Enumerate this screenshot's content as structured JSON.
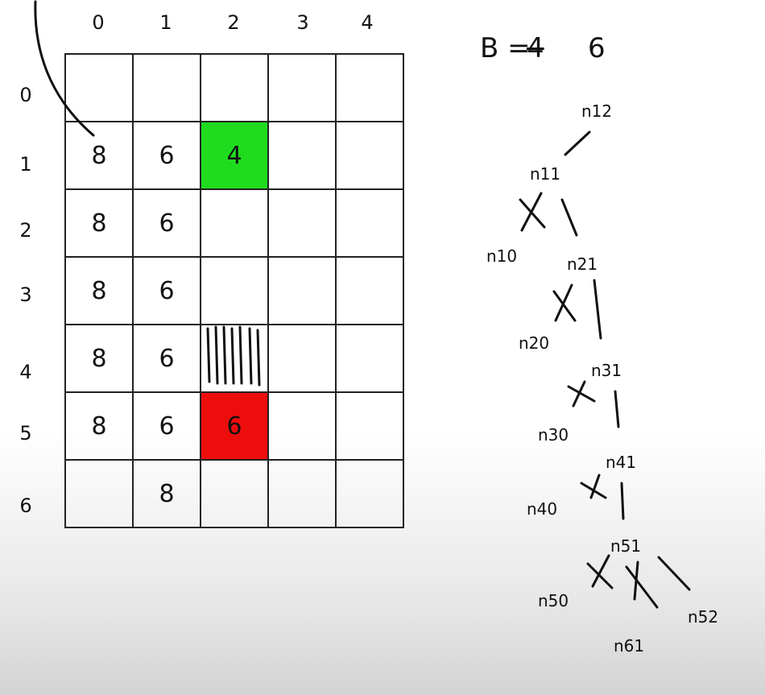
{
  "grid": {
    "col_headers": [
      "0",
      "1",
      "2",
      "3",
      "4"
    ],
    "row_headers": [
      "0",
      "1",
      "2",
      "3",
      "4",
      "5",
      "6"
    ],
    "rows": [
      [
        "",
        "",
        "",
        "",
        ""
      ],
      [
        "8",
        "6",
        "4",
        "",
        ""
      ],
      [
        "8",
        "6",
        "",
        "",
        ""
      ],
      [
        "8",
        "6",
        "",
        "",
        ""
      ],
      [
        "8",
        "6",
        "",
        "",
        ""
      ],
      [
        "8",
        "6",
        "6",
        "",
        ""
      ],
      [
        "",
        "8",
        "",
        "",
        ""
      ]
    ],
    "highlights": [
      {
        "row": 1,
        "col": 2,
        "color": "#1fdc1f"
      },
      {
        "row": 5,
        "col": 2,
        "color": "#ee0d0d"
      }
    ]
  },
  "budget": {
    "label": "B =",
    "old_value": "4",
    "new_value": "6"
  },
  "nodes": {
    "n12": "n12",
    "n11": "n11",
    "n10": "n10",
    "n21": "n21",
    "n20": "n20",
    "n31": "n31",
    "n30": "n30",
    "n41": "n41",
    "n40": "n40",
    "n51": "n51",
    "n50": "n50",
    "n52": "n52",
    "n61": "n61"
  }
}
